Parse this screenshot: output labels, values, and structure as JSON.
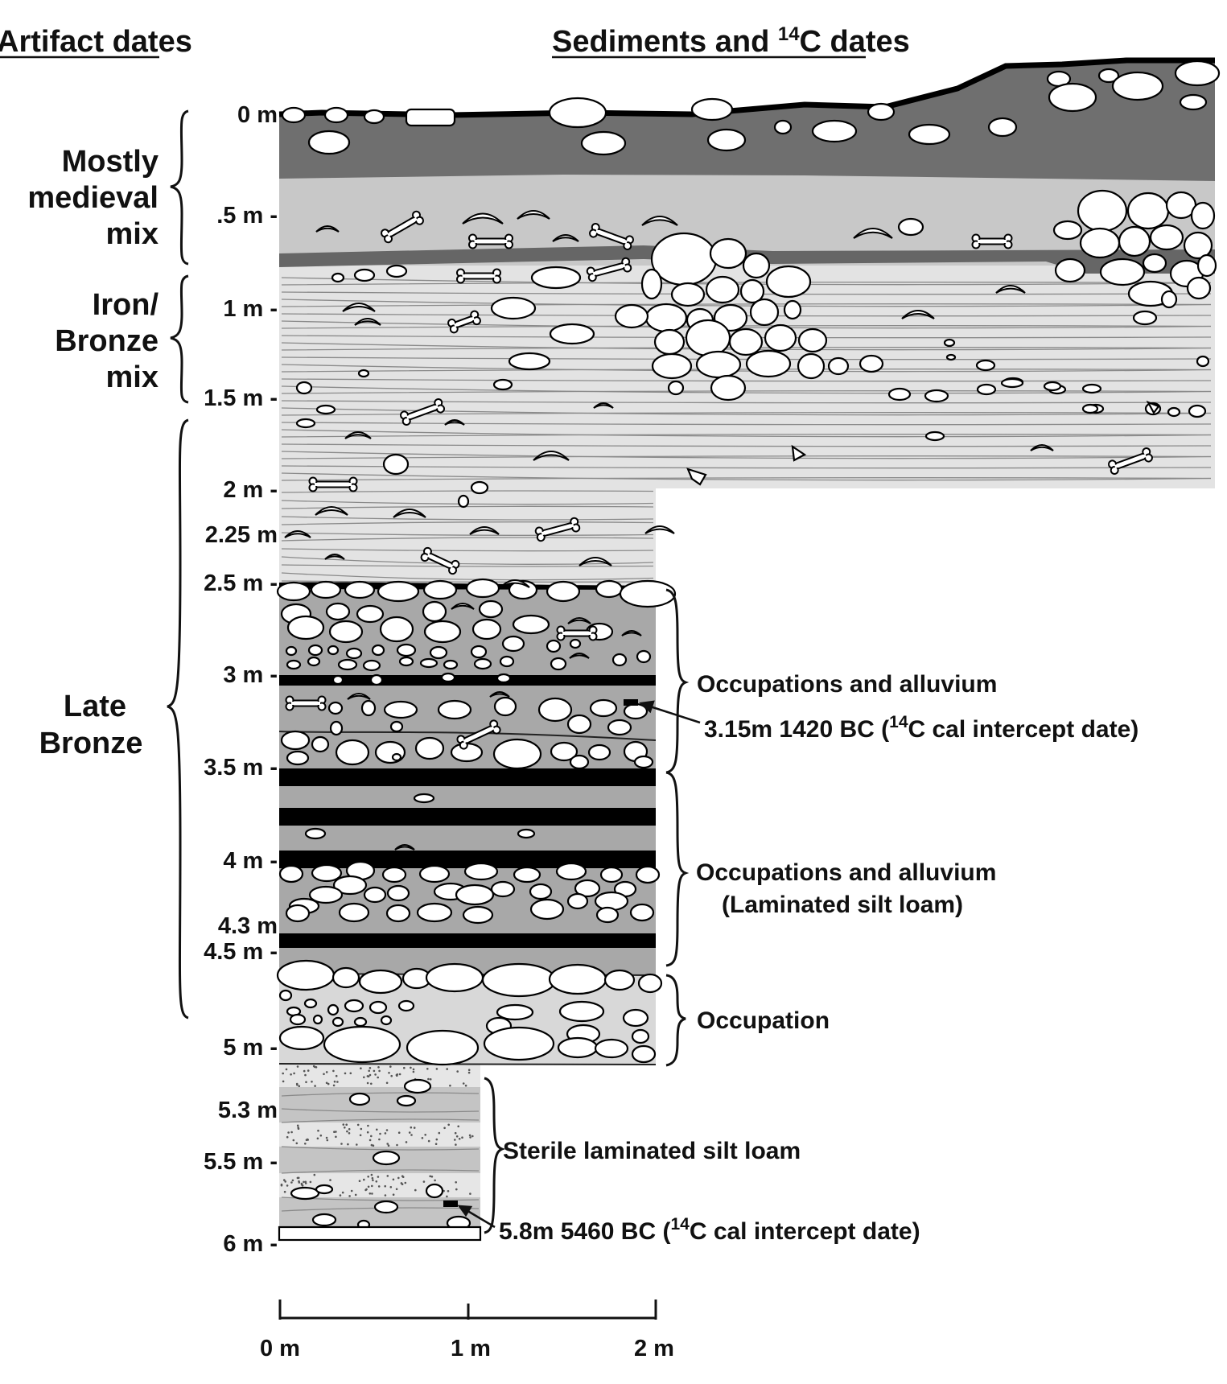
{
  "headings": {
    "artifact": "Artifact dates",
    "sediments_prefix": "Sediments and ",
    "sediments_sup": "14",
    "sediments_suffix": "C dates"
  },
  "periods": [
    {
      "lines": [
        "Mostly",
        "medieval",
        "mix"
      ]
    },
    {
      "lines": [
        "Iron/",
        "Bronze",
        "mix"
      ]
    },
    {
      "lines": [
        "Late",
        "Bronze"
      ]
    }
  ],
  "depth_labels": [
    "0 m",
    ".5 m -",
    "1 m -",
    "1.5 m -",
    "2 m -",
    "2.25 m",
    "2.5 m -",
    "3 m -",
    "3.5 m -",
    "4 m -",
    "4.3 m",
    "4.5 m -",
    "5 m -",
    "5.3 m",
    "5.5 m -",
    "6 m -"
  ],
  "annotations": {
    "occupations_1": "Occupations and alluvium",
    "occupations_2_line1": "Occupations and alluvium",
    "occupations_2_line2": "(Laminated silt loam)",
    "occupation": "Occupation",
    "sterile": "Sterile laminated silt loam",
    "date1_prefix": "3.15m 1420 BC (",
    "date1_sup": "14",
    "date1_suffix": "C cal intercept date)",
    "date2_prefix": "5.8m 5460 BC (",
    "date2_sup": "14",
    "date2_suffix": "C cal intercept date)"
  },
  "scale_bar": [
    "0 m",
    "1 m",
    "2 m"
  ],
  "colors": {
    "topsoil": "#6f6f6f",
    "mix_layer": "#c8c8c8",
    "laminated": "#e3e3e3",
    "occupation_gray": "#a8a8a8",
    "charcoal_band": "#000000",
    "sterile": "#c4c4c4"
  }
}
